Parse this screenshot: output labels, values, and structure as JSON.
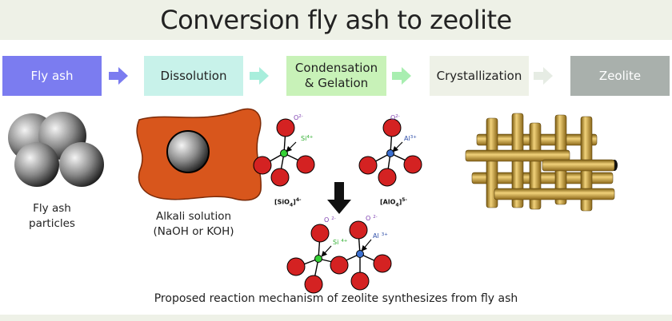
{
  "title": "Conversion fly ash to zeolite",
  "steps": [
    {
      "label": "Fly ash",
      "bg": "#7b7cf0",
      "color": "#ffffff"
    },
    {
      "label": "Dissolution",
      "bg": "#c8f2ea",
      "color": "#222222"
    },
    {
      "label": "Condensation\n& Gelation",
      "bg": "#c8f2b8",
      "color": "#222222"
    },
    {
      "label": "Crystallization",
      "bg": "#eef1e7",
      "color": "#222222"
    },
    {
      "label": "Zeolite",
      "bg": "#a9b0ac",
      "color": "#ffffff"
    }
  ],
  "arrow_colors": [
    "#7b7cf0",
    "#a8eedc",
    "#a8eeb0",
    "#e6ece4"
  ],
  "labels": {
    "fly_ash_particles": "Fly ash\nparticles",
    "alkali_solution": "Alkali solution\n(NaOH or KOH)"
  },
  "ions": {
    "o": "O",
    "o_charge": "2-",
    "si": "Si",
    "si_charge": "4+",
    "al": "Al",
    "al_charge": "3+"
  },
  "formulas": {
    "sio4": {
      "open": "[SiO",
      "sub": "4",
      "close": "]",
      "charge": "4-"
    },
    "alo4": {
      "open": "[AlO",
      "sub": "4",
      "close": "]",
      "charge": "5-"
    }
  },
  "caption": "Proposed reaction mechanism of zeolite  synthesizes from fly ash",
  "colors": {
    "oxygen": "#d42222",
    "silicon": "#35d135",
    "aluminium": "#3a6fd0",
    "si_text": "#2fae2f",
    "al_text": "#2f4fa8",
    "o_text": "#7d3fb0",
    "alkali": "#d8561c",
    "rod": "#c9a23a"
  }
}
